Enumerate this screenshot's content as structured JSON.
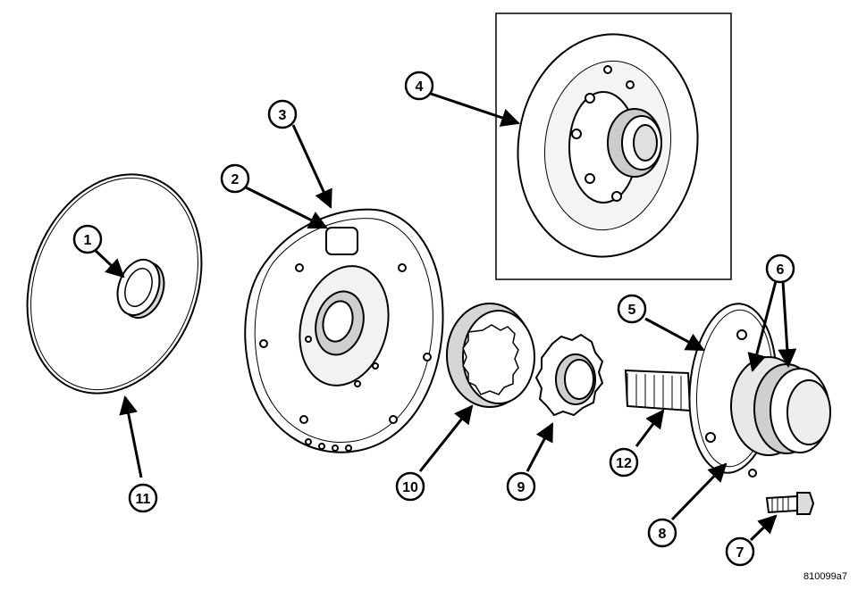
{
  "diagram": {
    "callouts": [
      "1",
      "2",
      "3",
      "4",
      "5",
      "6",
      "7",
      "8",
      "9",
      "10",
      "11",
      "12"
    ],
    "doc_code": "810099a7",
    "colors": {
      "line": "#000000",
      "shade": "#bdbdbd",
      "light": "#e6e6e6",
      "paper": "#ffffff"
    }
  }
}
